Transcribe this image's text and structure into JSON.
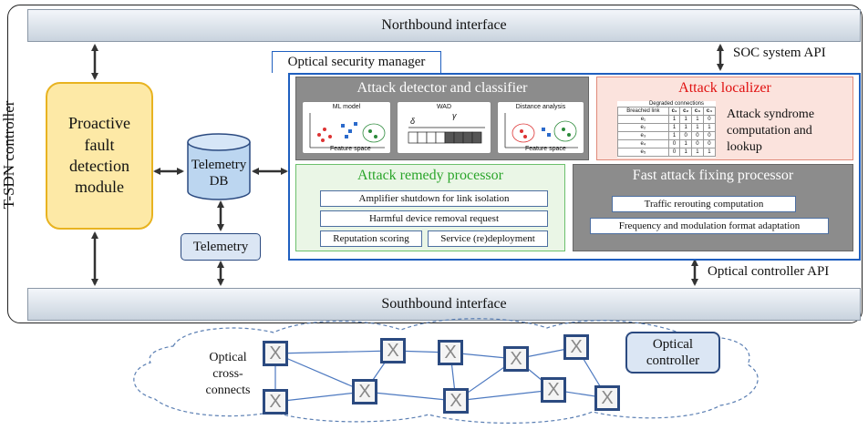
{
  "controller": {
    "label": "T-SDN controller",
    "northbound": "Northbound interface",
    "southbound": "Southbound interface",
    "soc_api": "SOC system API",
    "optical_api": "Optical controller API"
  },
  "fault_module": {
    "label": "Proactive fault detection module"
  },
  "telemetry_db": {
    "label": "Telemetry DB"
  },
  "telemetry": {
    "label": "Telemetry"
  },
  "osm": {
    "tab": "Optical security manager"
  },
  "detector": {
    "title": "Attack detector and classifier",
    "thumbs": [
      {
        "title": "ML model",
        "caption": "Feature space"
      },
      {
        "title": "WAD",
        "delta": "δ",
        "gamma": "γ"
      },
      {
        "title": "Distance analysis",
        "caption": "Feature space"
      }
    ]
  },
  "localizer": {
    "title": "Attack localizer",
    "description": "Attack syndrome computation and lookup",
    "table_caption": "Degraded connections",
    "table_corner": "Breached link",
    "table_cols": [
      "c₁",
      "c₂",
      "c₃",
      "c₄"
    ],
    "table_rows": [
      {
        "link": "e₁",
        "vals": [
          "1",
          "1",
          "1",
          "0"
        ]
      },
      {
        "link": "e₂",
        "vals": [
          "1",
          "1",
          "1",
          "1"
        ]
      },
      {
        "link": "e₃",
        "vals": [
          "1",
          "0",
          "0",
          "0"
        ]
      },
      {
        "link": "e₄",
        "vals": [
          "0",
          "1",
          "0",
          "0"
        ]
      },
      {
        "link": "e₅",
        "vals": [
          "0",
          "1",
          "1",
          "1"
        ]
      }
    ]
  },
  "remedy": {
    "title": "Attack remedy processor",
    "items": [
      "Amplifier shutdown for link isolation",
      "Harmful device removal request",
      "Reputation scoring",
      "Service (re)deployment"
    ]
  },
  "fixing": {
    "title": "Fast attack fixing processor",
    "items": [
      "Traffic rerouting computation",
      "Frequency and modulation format adaptation"
    ]
  },
  "network": {
    "oxc_label": "Optical cross-connects",
    "controller_label": "Optical controller",
    "node_glyph": "X"
  },
  "colors": {
    "detector_bg": "#8c8c8c",
    "localizer_bg": "#fbe3dd",
    "localizer_title": "#e01010",
    "remedy_bg": "#eaf6e6",
    "remedy_title": "#2aa52a",
    "fixing_bg": "#8c8c8c",
    "fault_bg": "#fde9a6",
    "db_bg": "#bcd6f0",
    "osm_border": "#1f5fbf"
  }
}
